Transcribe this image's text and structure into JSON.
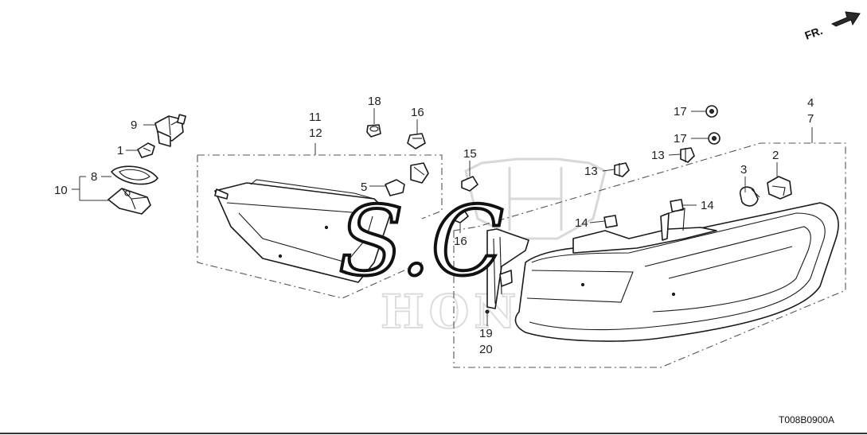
{
  "direction": {
    "label": "FR."
  },
  "drawing_code": "T008B0900A",
  "watermark": {
    "brand": "HONDA",
    "overlay": "S.C"
  },
  "callouts": {
    "p1": "1",
    "p2": "2",
    "p3": "3",
    "p4": "4",
    "p5": "5",
    "p7": "7",
    "p8": "8",
    "p9": "9",
    "p10": "10",
    "p11": "11",
    "p12": "12",
    "p13a": "13",
    "p13b": "13",
    "p14a": "14",
    "p14b": "14",
    "p15": "15",
    "p16a": "16",
    "p16b": "16",
    "p17a": "17",
    "p17b": "17",
    "p18": "18",
    "p19": "19",
    "p20": "20"
  },
  "colors": {
    "line": "#1a1a1a",
    "watermark": "#bdbdbd",
    "background": "#ffffff"
  }
}
